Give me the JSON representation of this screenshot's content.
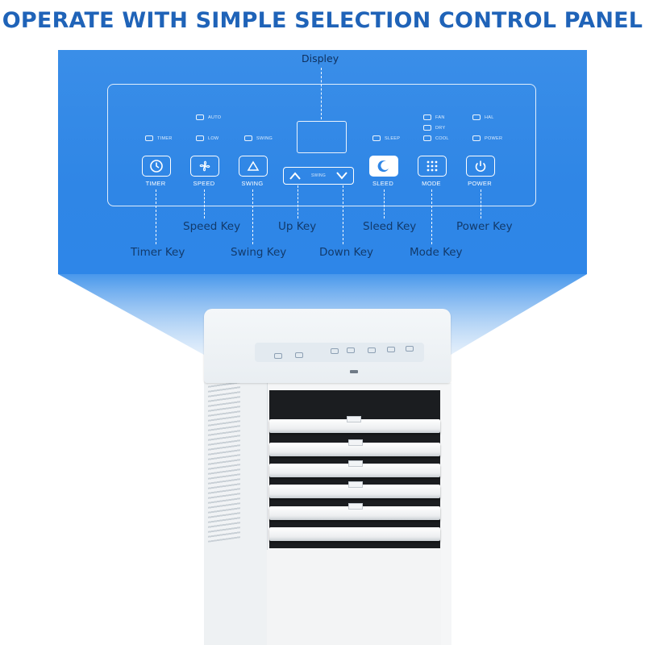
{
  "headline": "OPERATE WITH SIMPLE SELECTION CONTROL PANEL",
  "colors": {
    "headline": "#1f63b8",
    "panel": "#2f86e6",
    "callout_text": "#123a6b"
  },
  "panel": {
    "display_label": "Displey",
    "indicators": {
      "timer": "TIMER",
      "auto": "AUTO",
      "low": "LOW",
      "swing": "SWING",
      "sleep": "SLEEP",
      "fan": "FAN",
      "dry": "DRY",
      "cool": "COOL",
      "hal": "HAL",
      "power": "POWER"
    },
    "keys": {
      "timer": {
        "caption": "TIMER",
        "icon": "timer-icon"
      },
      "speed": {
        "caption": "SPEED",
        "icon": "fan-icon"
      },
      "swing": {
        "caption": "SWING",
        "icon": "triangle-icon"
      },
      "sleep": {
        "caption": "SLEED",
        "icon": "moon-icon"
      },
      "mode": {
        "caption": "MODE",
        "icon": "grid-icon"
      },
      "power": {
        "caption": "POWER",
        "icon": "power-icon"
      }
    },
    "updown_mid": "SWING"
  },
  "callouts": {
    "speed": "Speed Key",
    "up": "Up Key",
    "sleep": "Sleed Key",
    "power": "Power Key",
    "timer": "Timer Key",
    "swing": "Swing Key",
    "down": "Down Key",
    "mode": "Mode Key"
  }
}
